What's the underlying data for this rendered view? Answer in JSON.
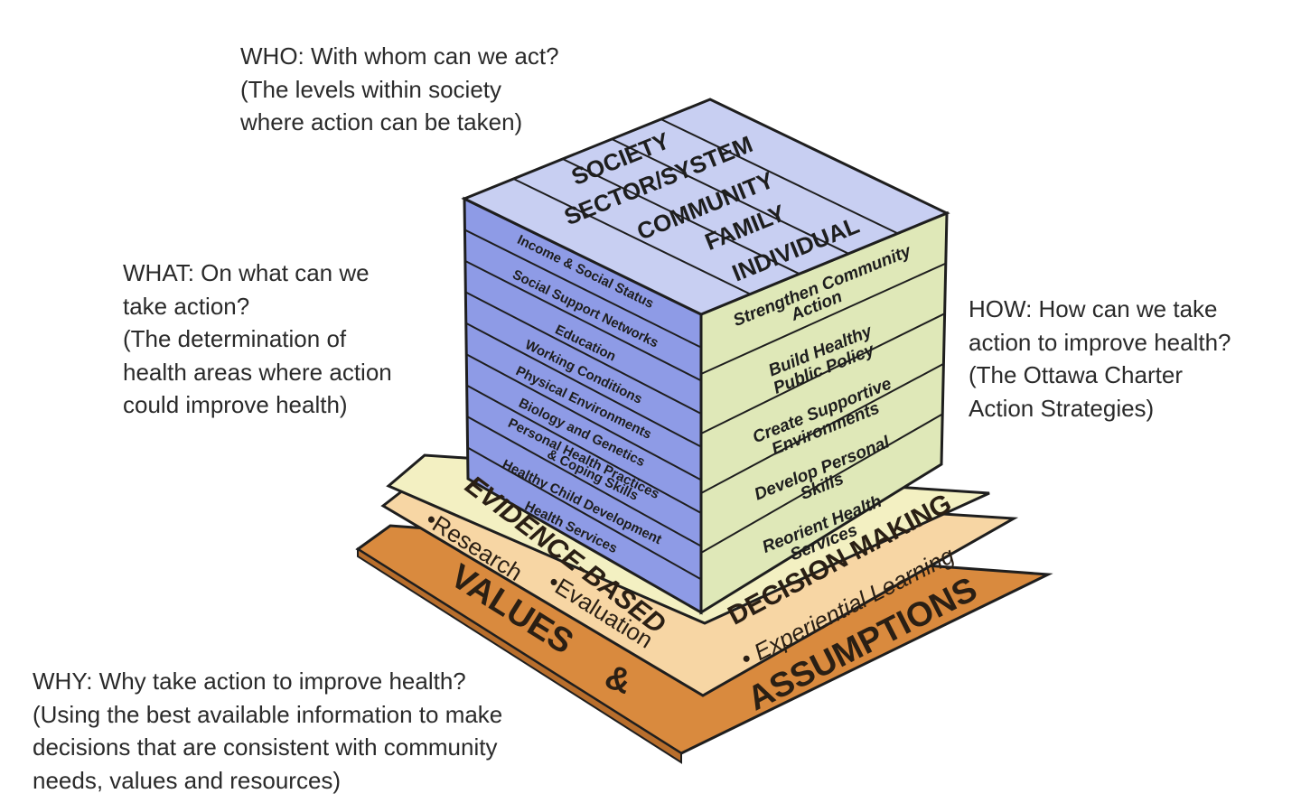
{
  "captions": {
    "who": [
      "WHO: With whom can we act?",
      "(The levels within society",
      "where action can be taken)"
    ],
    "what": [
      "WHAT: On what can we",
      "take action?",
      "(The determination of",
      "health areas where action",
      "could improve health)"
    ],
    "how": [
      "HOW: How can we take",
      "action to improve health?",
      "(The Ottawa Charter",
      "Action Strategies)"
    ],
    "why": [
      "WHY: Why take action to improve health?",
      "(Using the best available information to make",
      "decisions that are consistent with community",
      "needs, values and resources)"
    ]
  },
  "top_face": [
    "SOCIETY",
    "SECTOR/SYSTEM",
    "COMMUNITY",
    "FAMILY",
    "INDIVIDUAL"
  ],
  "left_face": [
    "Income & Social Status",
    "Social Support Networks",
    "Education",
    "Working Conditions",
    "Physical Environments",
    "Biology and Genetics",
    "Personal Health Practices",
    "& Coping Skills",
    "Healthy Child Development",
    "Health Services"
  ],
  "right_face": [
    [
      "Strengthen Community",
      "Action"
    ],
    [
      "Build Healthy",
      "Public Policy"
    ],
    [
      "Create Supportive",
      "Environments"
    ],
    [
      "Develop Personal",
      "Skills"
    ],
    [
      "Reorient Health",
      "Services"
    ]
  ],
  "base": {
    "evidence_left": "EVIDENCE-BASED",
    "evidence_right": "DECISION MAKING",
    "research": "•Research",
    "evaluation": "•Evaluation",
    "experiential": "• Experiential Learning",
    "values": "VALUES",
    "ampersand": "&",
    "assumptions": "ASSUMPTIONS"
  },
  "colors": {
    "top_face": "#c8cff2",
    "left_face": "#8e9be6",
    "right_face": "#dfe8b8",
    "cream_layer": "#f3f0c2",
    "peach_layer": "#f7d6a4",
    "orange_layer": "#d98a3e",
    "outline": "#1e1e1e",
    "dark_text": "#2a1f14"
  }
}
